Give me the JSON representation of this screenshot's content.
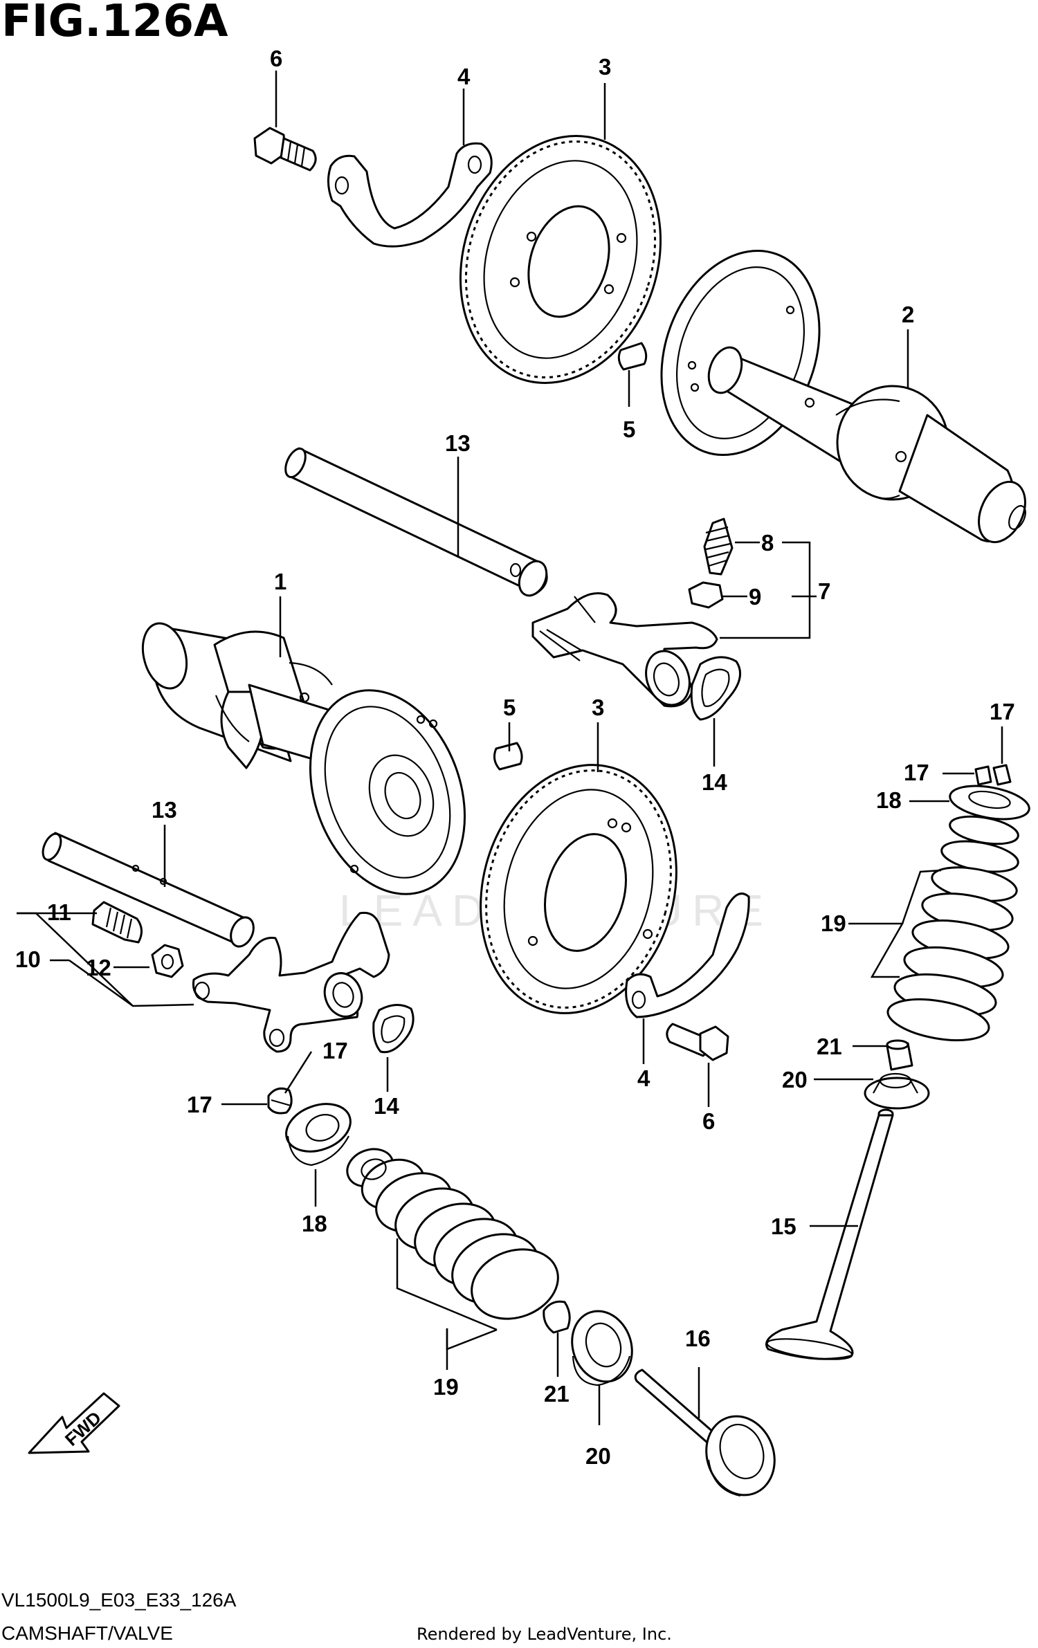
{
  "figure_title": "FIG.126A",
  "model_code": "VL1500L9_E03_E33_126A",
  "section_title": "CAMSHAFT/VALVE",
  "rendered_by": "Rendered by LeadVenture, Inc.",
  "direction_label": "FWD",
  "watermark_text": "LEADVENTURE",
  "callouts": {
    "c6a": "6",
    "c4a": "4",
    "c3a": "3",
    "c2": "2",
    "c5a": "5",
    "c13a": "13",
    "c8": "8",
    "c9": "9",
    "c7": "7",
    "c1": "1",
    "c5b": "5",
    "c3b": "3",
    "c14a": "14",
    "c17a": "17",
    "c17b": "17",
    "c18a": "18",
    "c13b": "13",
    "c11": "11",
    "c10": "10",
    "c12": "12",
    "c19a": "19",
    "c17c": "17",
    "c17d": "17",
    "c14b": "14",
    "c4b": "4",
    "c21a": "21",
    "c20a": "20",
    "c6b": "6",
    "c18b": "18",
    "c15": "15",
    "c16": "16",
    "c19b": "19",
    "c21b": "21",
    "c20b": "20"
  }
}
